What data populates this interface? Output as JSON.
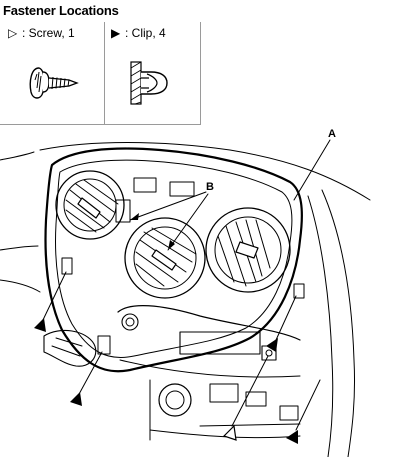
{
  "heading": "Fastener Locations",
  "legend": {
    "screw": {
      "symbol": "▷",
      "text": ": Screw, 1",
      "icon": "screw-icon"
    },
    "clip": {
      "symbol": "▶",
      "text": ": Clip, 4",
      "icon": "clip-icon"
    }
  },
  "callouts": {
    "a": "A",
    "b": "B"
  },
  "colors": {
    "line": "#000000",
    "frame": "#9a9a9a",
    "bg": "#ffffff"
  }
}
